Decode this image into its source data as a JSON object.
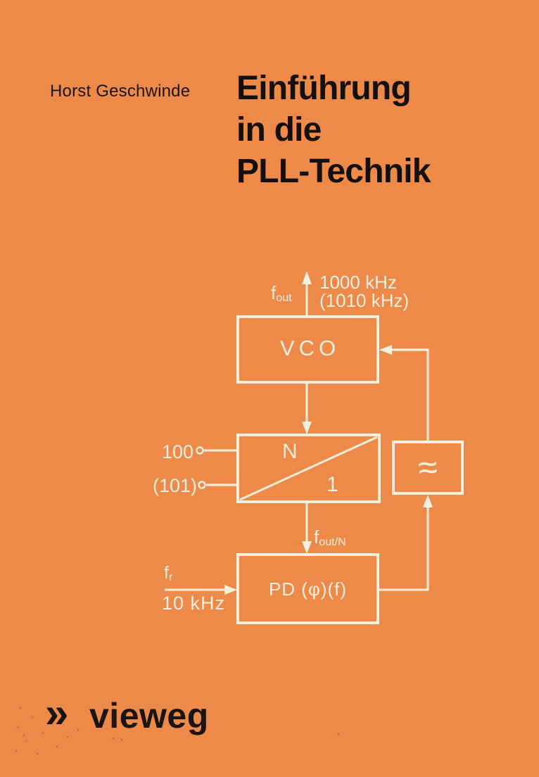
{
  "cover": {
    "author": "Horst Geschwinde",
    "title_lines": [
      "Einführung",
      "in die",
      "PLL-Technik"
    ],
    "publisher_mark": "»",
    "publisher_name": "vieweg"
  },
  "colors": {
    "background": "#ED8A4A",
    "ink": "#1B1410",
    "diagram_line": "#F6EFDC"
  },
  "diagram": {
    "vco_label": "VCO",
    "divider_numerator": "N",
    "divider_denominator": "1",
    "filter_symbol": "≈",
    "pd_label": "PD (φ)(f)",
    "output_signal_base": "f",
    "output_signal_sub": "out",
    "output_freq_line1": "1000 kHz",
    "output_freq_line2": "(1010 kHz)",
    "divider_input_primary": "100",
    "divider_input_alt": "(101)",
    "divided_signal_base": "f",
    "divided_signal_sub": "out/N",
    "reference_signal_base": "f",
    "reference_signal_sub": "r",
    "reference_freq": "10 kHz"
  }
}
